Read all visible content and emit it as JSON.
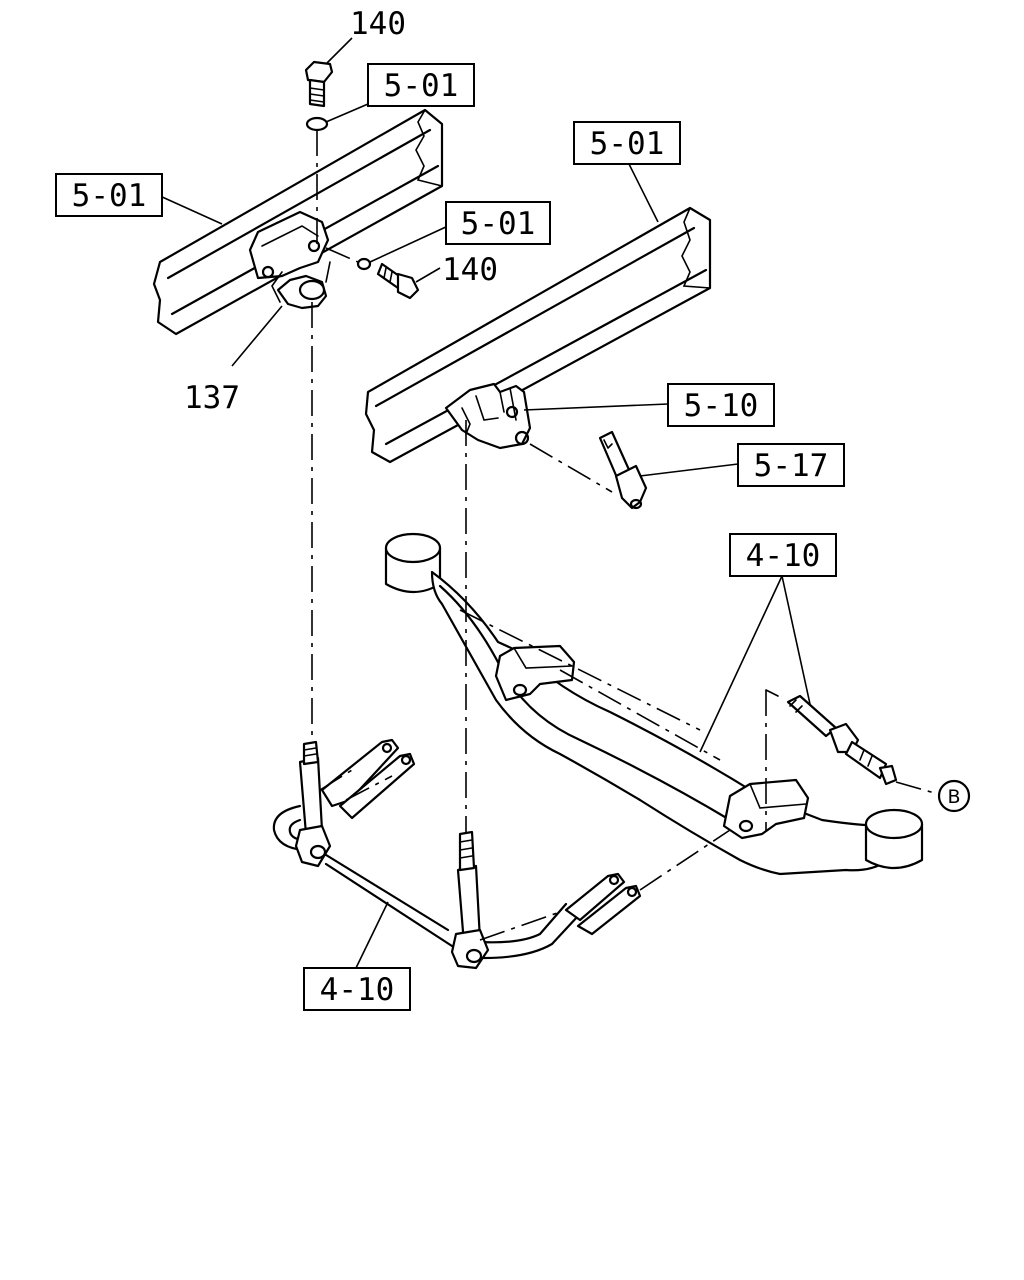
{
  "callouts": {
    "part_140_top": "140",
    "part_140_right": "140",
    "part_137": "137",
    "ref_5_01_top": "5-01",
    "ref_5_01_left": "5-01",
    "ref_5_01_mid": "5-01",
    "ref_5_01_right": "5-01",
    "ref_5_10": "5-10",
    "ref_5_17": "5-17",
    "ref_4_10_right": "4-10",
    "ref_4_10_bottom": "4-10",
    "circle_b": "B"
  }
}
